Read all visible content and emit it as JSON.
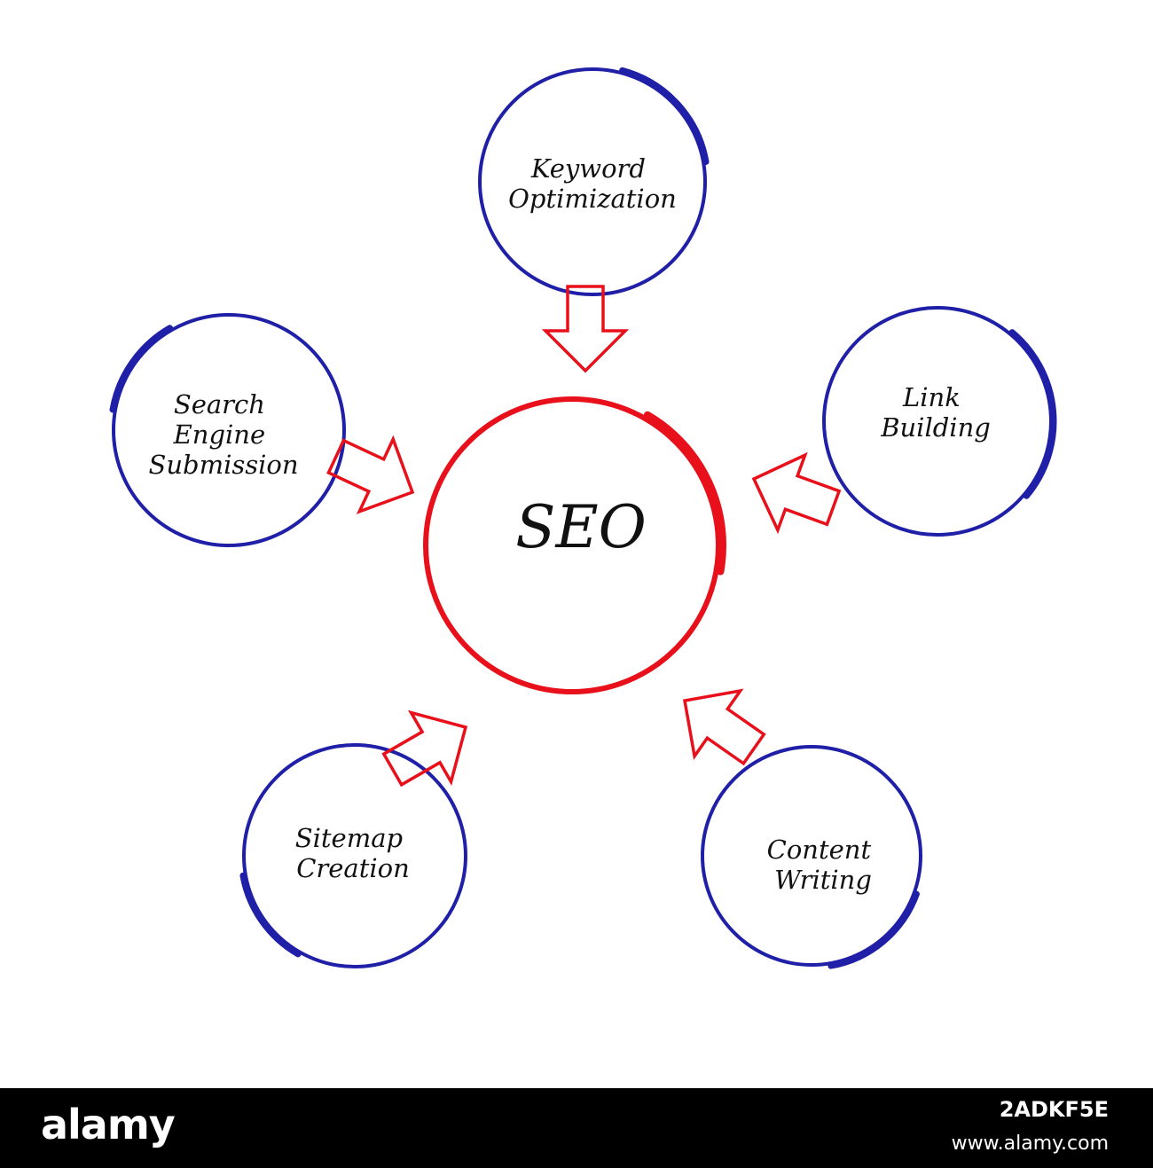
{
  "diagram": {
    "center": {
      "label": "SEO"
    },
    "nodes": [
      {
        "id": "keyword",
        "lines": [
          "Keyword",
          "Optimization"
        ]
      },
      {
        "id": "link",
        "lines": [
          "Link",
          "Building"
        ]
      },
      {
        "id": "content",
        "lines": [
          "Content",
          "Writing"
        ]
      },
      {
        "id": "sitemap",
        "lines": [
          "Sitemap",
          "Creation"
        ]
      },
      {
        "id": "search",
        "lines": [
          "Search",
          "Engine",
          "Submission"
        ]
      }
    ],
    "colors": {
      "node_ring": "#1f1fa8",
      "center_ring": "#e8101a",
      "arrow": "#e8101a",
      "text": "#111111"
    }
  },
  "footer": {
    "brand": "alamy",
    "image_id": "2ADKF5E",
    "url": "www.alamy.com"
  }
}
